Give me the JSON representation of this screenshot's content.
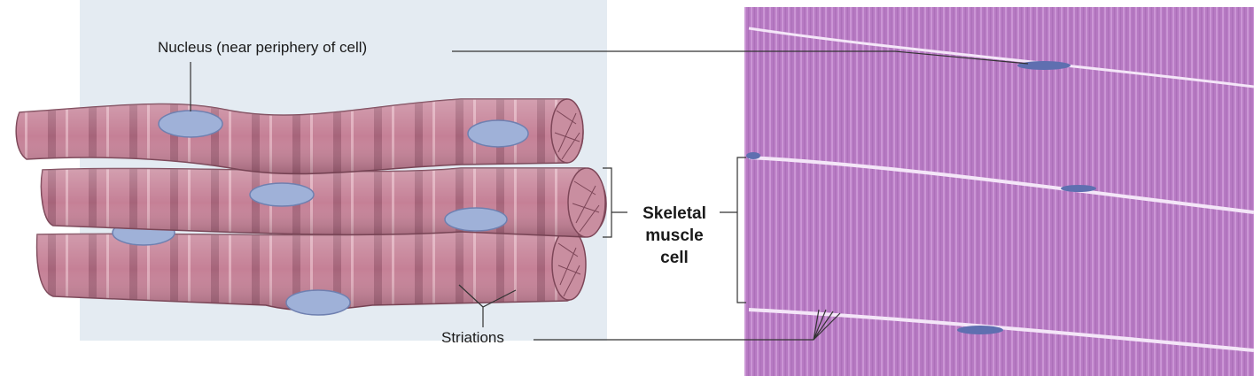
{
  "labels": {
    "nucleus": "Nucleus (near periphery of cell)",
    "skeletal_line1": "Skeletal",
    "skeletal_line2": "muscle",
    "skeletal_line3": "cell",
    "striations": "Striations"
  },
  "colors": {
    "panel_bg": "#e4ebf2",
    "fiber_fill": "#c58096",
    "fiber_band": "#9c5a70",
    "nucleus_fill": "#9fb1d8",
    "micrograph_bg": "#b77bc4",
    "micrograph_nucleus": "#5f6fb0",
    "leader_line": "#333333"
  }
}
